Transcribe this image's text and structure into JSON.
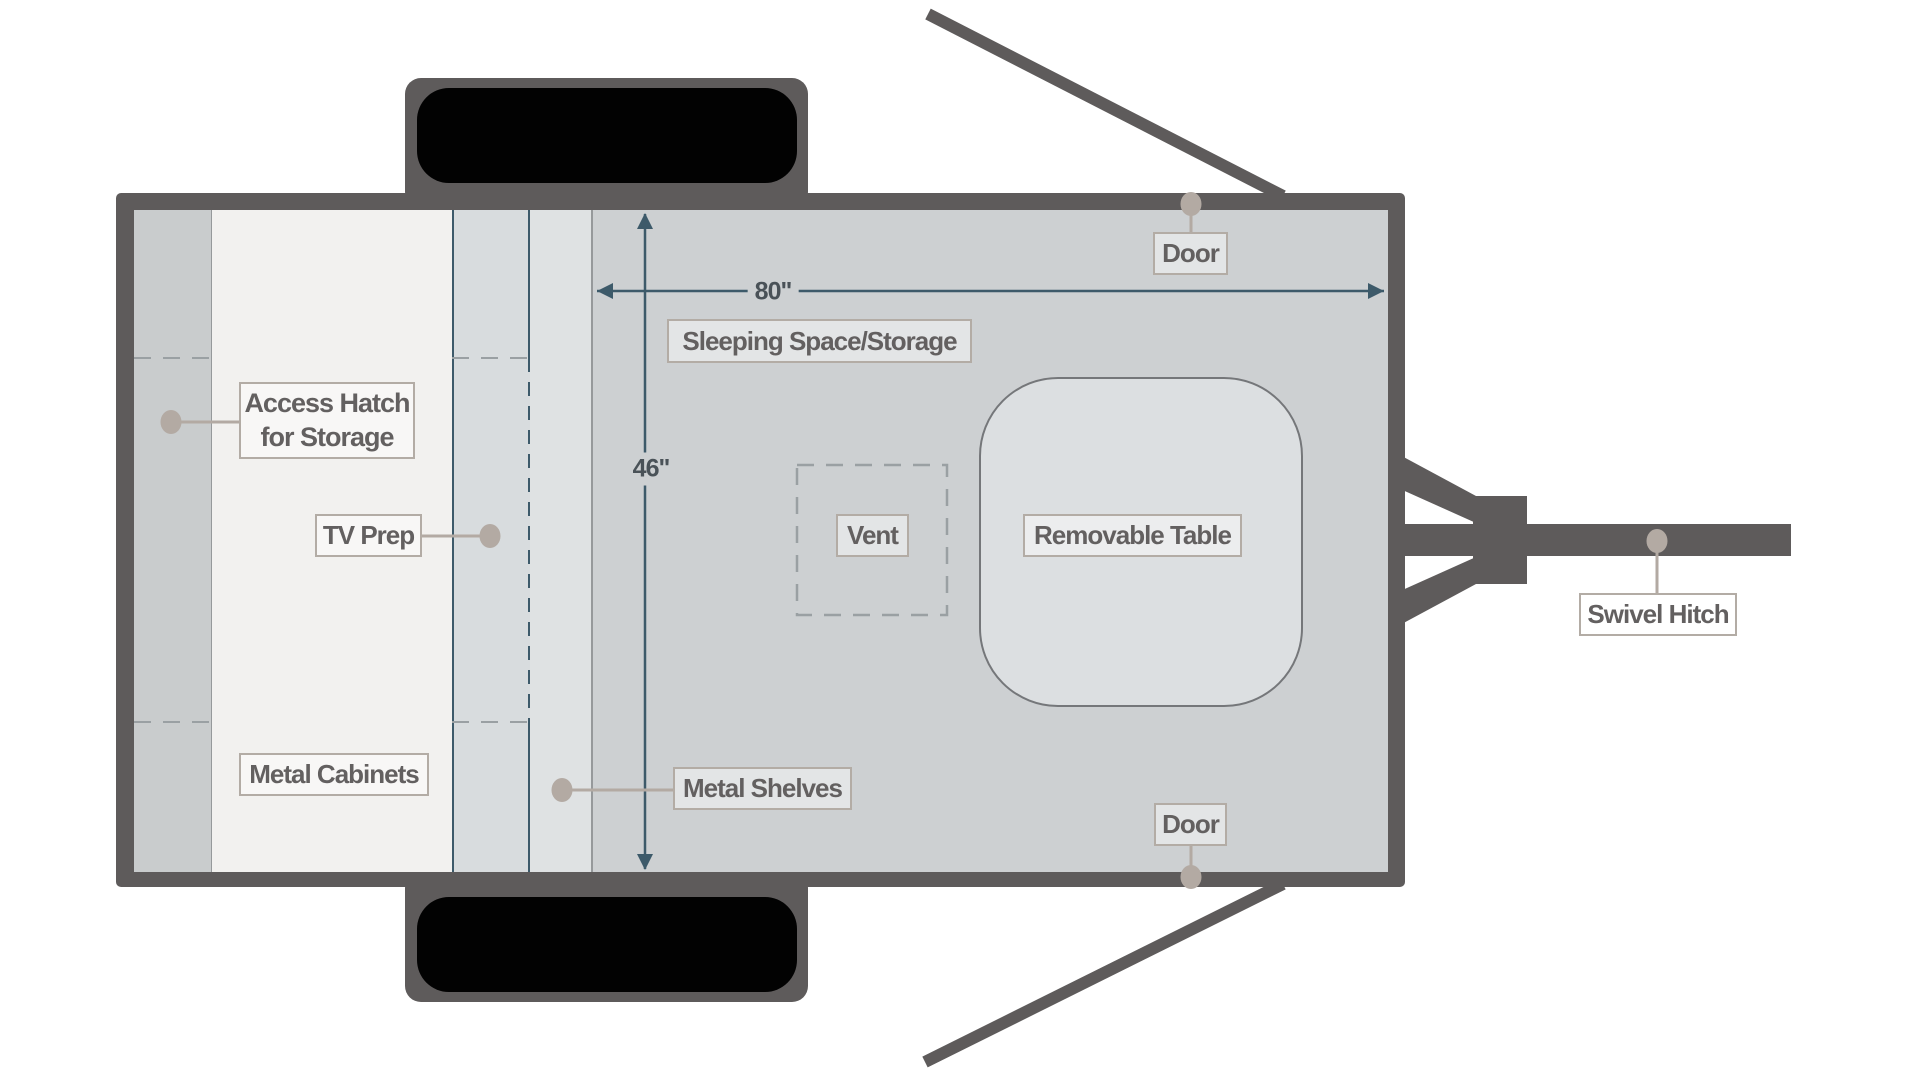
{
  "diagram": {
    "type": "trailer-floor-plan",
    "labels": {
      "access_hatch_line1": "Access Hatch",
      "access_hatch_line2": "for Storage",
      "tv_prep": "TV Prep",
      "sleeping": "Sleeping Space/Storage",
      "vent": "Vent",
      "removable_table": "Removable Table",
      "metal_cabinets": "Metal Cabinets",
      "metal_shelves": "Metal Shelves",
      "door_top": "Door",
      "door_bottom": "Door",
      "swivel_hitch": "Swivel Hitch"
    },
    "dimensions": {
      "width": "80\"",
      "height": "46\""
    }
  },
  "colors": {
    "c-wall": "#5e5b5b",
    "c-tire": "#020202",
    "c-floor": "#cdd0d2",
    "c-strip_a": "#c9cccd",
    "c-cabinets": "#f2f1ef",
    "c-tv_strip": "#d8dcde",
    "c-shelf_strip": "#dfe2e3",
    "c-table_fill": "#dcdfe1",
    "c-blue_line": "#3d5a6a",
    "c-dash_gray": "#9aa0a3",
    "c-connector": "#b3aaa3",
    "c-label_border": "#b3aca5",
    "c-label_text": "#636060",
    "c-dim_text": "#4a5258"
  }
}
